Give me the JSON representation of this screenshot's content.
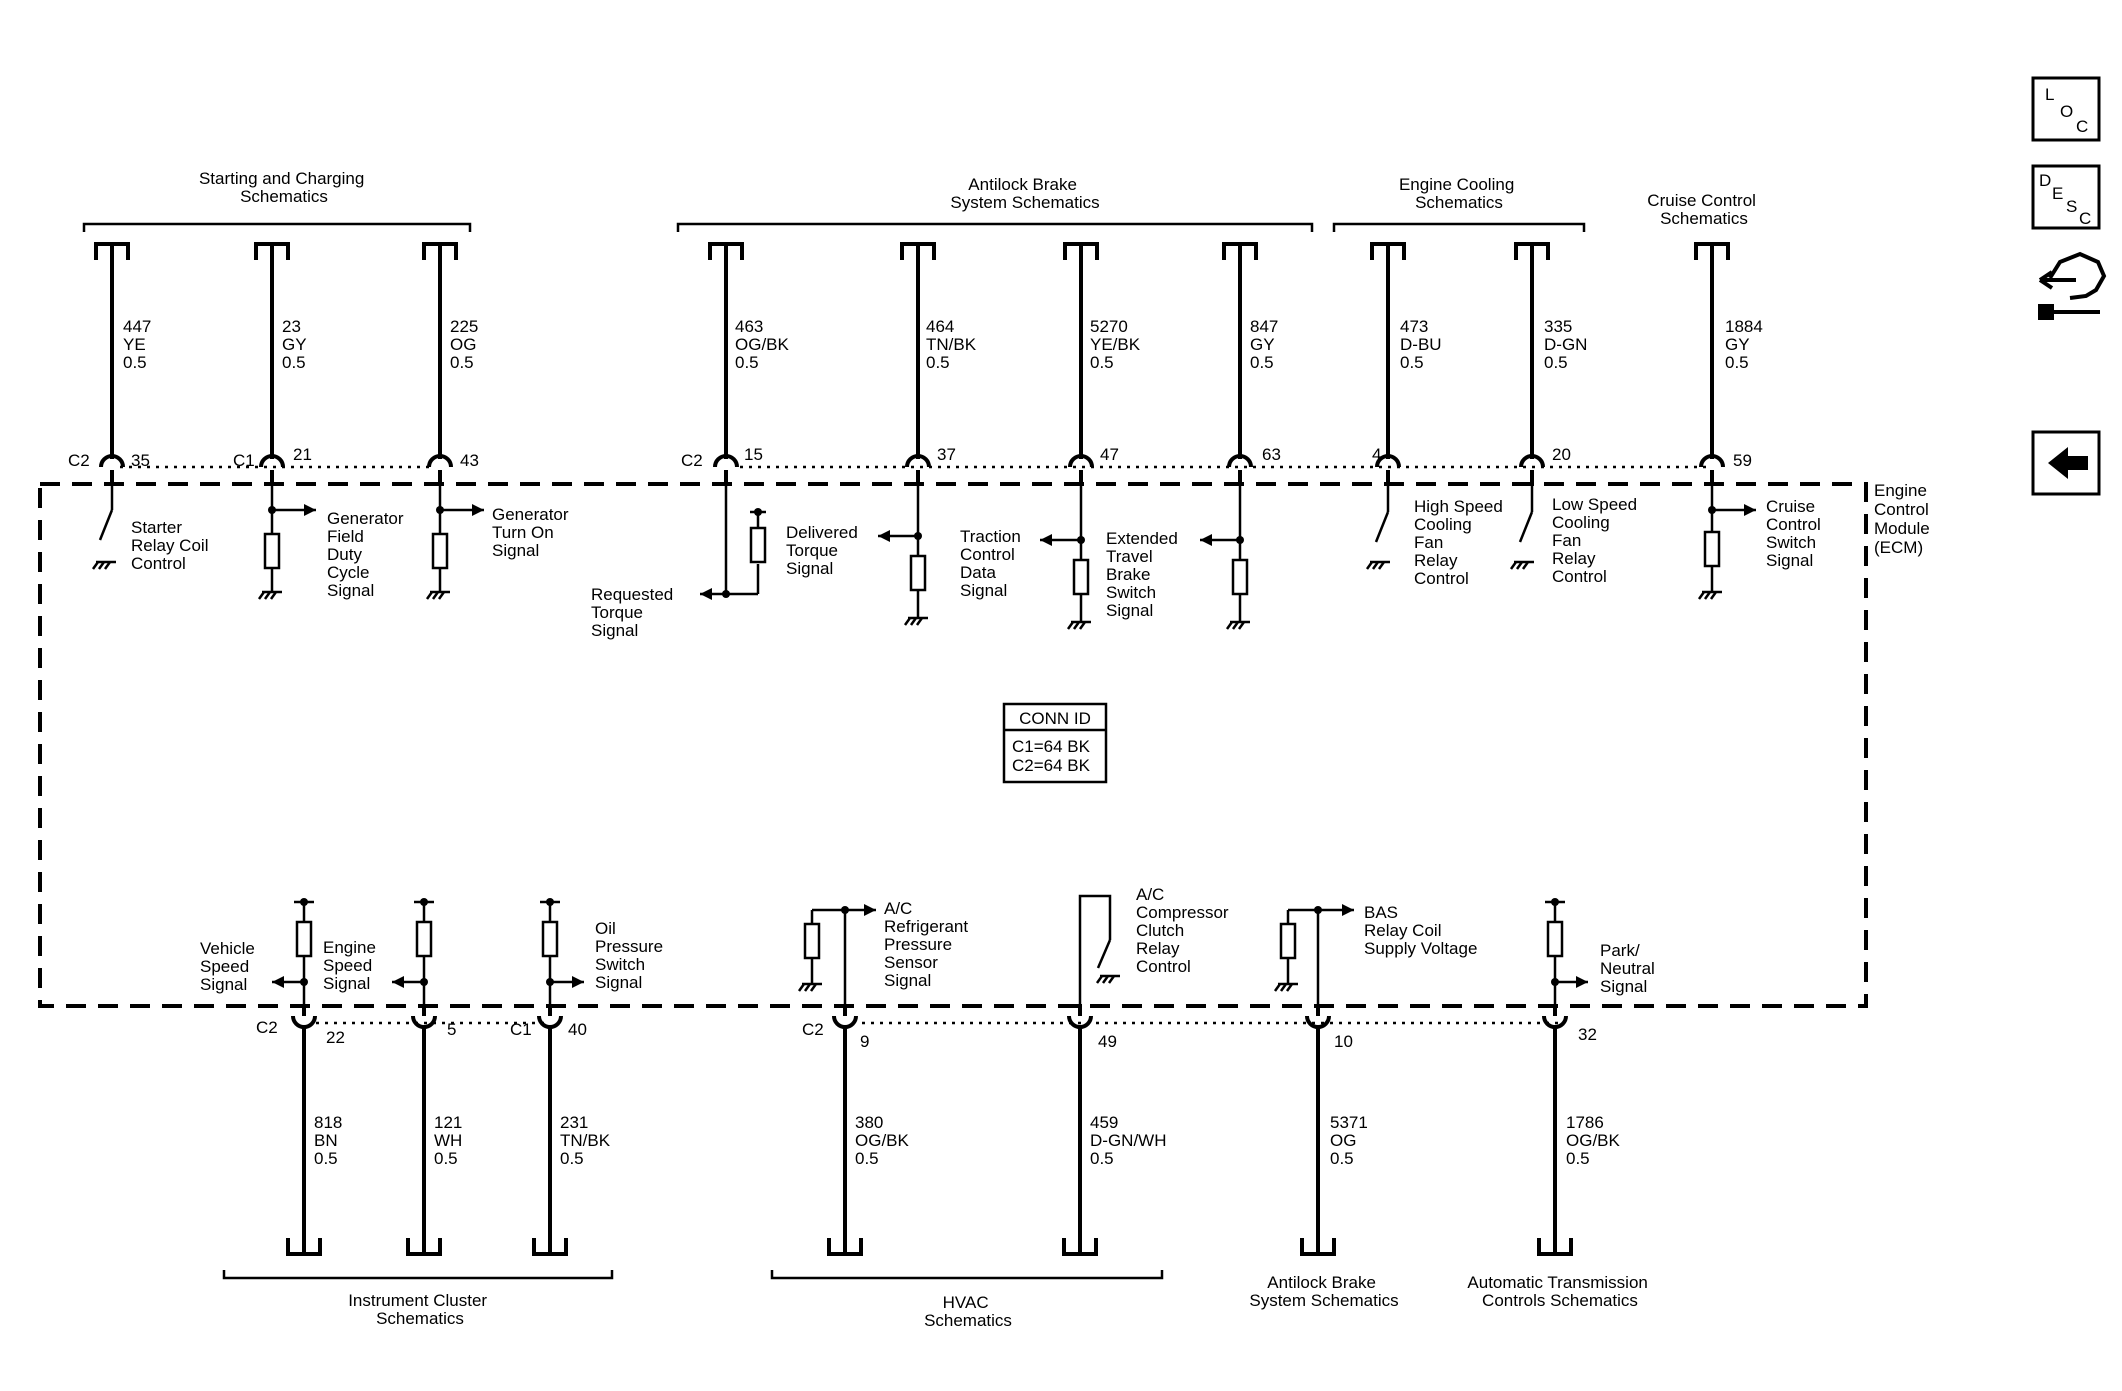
{
  "ecm_label": [
    "Engine",
    "Control",
    "Module",
    "(ECM)"
  ],
  "conn_id": {
    "title": "CONN ID",
    "lines": [
      "C1=64 BK",
      "C2=64 BK"
    ]
  },
  "nav": {
    "loc": [
      "L",
      "O",
      "C"
    ],
    "desc": [
      "D",
      "E",
      "S",
      "C"
    ]
  },
  "top_groups": [
    {
      "label": [
        "Starting and Charging",
        "Schematics"
      ]
    },
    {
      "label": [
        "Antilock Brake",
        "System Schematics"
      ]
    },
    {
      "label": [
        "Engine Cooling",
        "Schematics"
      ]
    },
    {
      "label": [
        "Cruise Control",
        "Schematics"
      ]
    }
  ],
  "bottom_groups": [
    {
      "label": [
        "Instrument Cluster",
        "Schematics"
      ]
    },
    {
      "label": [
        "HVAC",
        "Schematics"
      ]
    },
    {
      "label": [
        "Antilock Brake",
        "System Schematics"
      ]
    },
    {
      "label": [
        "Automatic Transmission",
        "Controls Schematics"
      ]
    }
  ],
  "top_wires": [
    {
      "conn": "C2",
      "pin": "35",
      "circuit": "447",
      "color": "YE",
      "size": "0.5",
      "func": [
        "Starter",
        "Relay Coil",
        "Control"
      ]
    },
    {
      "conn": "C1",
      "pin": "21",
      "circuit": "23",
      "color": "GY",
      "size": "0.5",
      "func": [
        "Generator",
        "Field",
        "Duty",
        "Cycle",
        "Signal"
      ]
    },
    {
      "conn": "",
      "pin": "43",
      "circuit": "225",
      "color": "OG",
      "size": "0.5",
      "func": [
        "Generator",
        "Turn On",
        "Signal"
      ]
    },
    {
      "conn": "C2",
      "pin": "15",
      "circuit": "463",
      "color": "OG/BK",
      "size": "0.5",
      "func": [
        "Requested",
        "Torque",
        "Signal"
      ]
    },
    {
      "conn": "",
      "pin": "37",
      "circuit": "464",
      "color": "TN/BK",
      "size": "0.5",
      "func": [
        "Delivered",
        "Torque",
        "Signal"
      ]
    },
    {
      "conn": "",
      "pin": "47",
      "circuit": "5270",
      "color": "YE/BK",
      "size": "0.5",
      "func": [
        "Traction",
        "Control",
        "Data",
        "Signal"
      ]
    },
    {
      "conn": "",
      "pin": "63",
      "circuit": "847",
      "color": "GY",
      "size": "0.5",
      "func": [
        "Extended",
        "Travel",
        "Brake",
        "Switch",
        "Signal"
      ]
    },
    {
      "conn": "",
      "pin": "4",
      "circuit": "473",
      "color": "D-BU",
      "size": "0.5",
      "func": [
        "High Speed",
        "Cooling",
        "Fan",
        "Relay",
        "Control"
      ]
    },
    {
      "conn": "",
      "pin": "20",
      "circuit": "335",
      "color": "D-GN",
      "size": "0.5",
      "func": [
        "Low Speed",
        "Cooling",
        "Fan",
        "Relay",
        "Control"
      ]
    },
    {
      "conn": "",
      "pin": "59",
      "circuit": "1884",
      "color": "GY",
      "size": "0.5",
      "func": [
        "Cruise",
        "Control",
        "Switch",
        "Signal"
      ]
    }
  ],
  "bottom_wires": [
    {
      "conn": "C2",
      "pin": "22",
      "circuit": "818",
      "color": "BN",
      "size": "0.5",
      "func": [
        "Vehicle",
        "Speed",
        "Signal"
      ]
    },
    {
      "conn": "",
      "pin": "5",
      "circuit": "121",
      "color": "WH",
      "size": "0.5",
      "func": [
        "Engine",
        "Speed",
        "Signal"
      ]
    },
    {
      "conn": "C1",
      "pin": "40",
      "circuit": "231",
      "color": "TN/BK",
      "size": "0.5",
      "func": [
        "Oil",
        "Pressure",
        "Switch",
        "Signal"
      ]
    },
    {
      "conn": "C2",
      "pin": "9",
      "circuit": "380",
      "color": "OG/BK",
      "size": "0.5",
      "func": [
        "A/C",
        "Refrigerant",
        "Pressure",
        "Sensor",
        "Signal"
      ]
    },
    {
      "conn": "",
      "pin": "49",
      "circuit": "459",
      "color": "D-GN/WH",
      "size": "0.5",
      "func": [
        "A/C",
        "Compressor",
        "Clutch",
        "Relay",
        "Control"
      ]
    },
    {
      "conn": "",
      "pin": "10",
      "circuit": "5371",
      "color": "OG",
      "size": "0.5",
      "func": [
        "BAS",
        "Relay Coil",
        "Supply Voltage"
      ]
    },
    {
      "conn": "",
      "pin": "32",
      "circuit": "1786",
      "color": "OG/BK",
      "size": "0.5",
      "func": [
        "Park/",
        "Neutral",
        "Signal"
      ]
    }
  ]
}
